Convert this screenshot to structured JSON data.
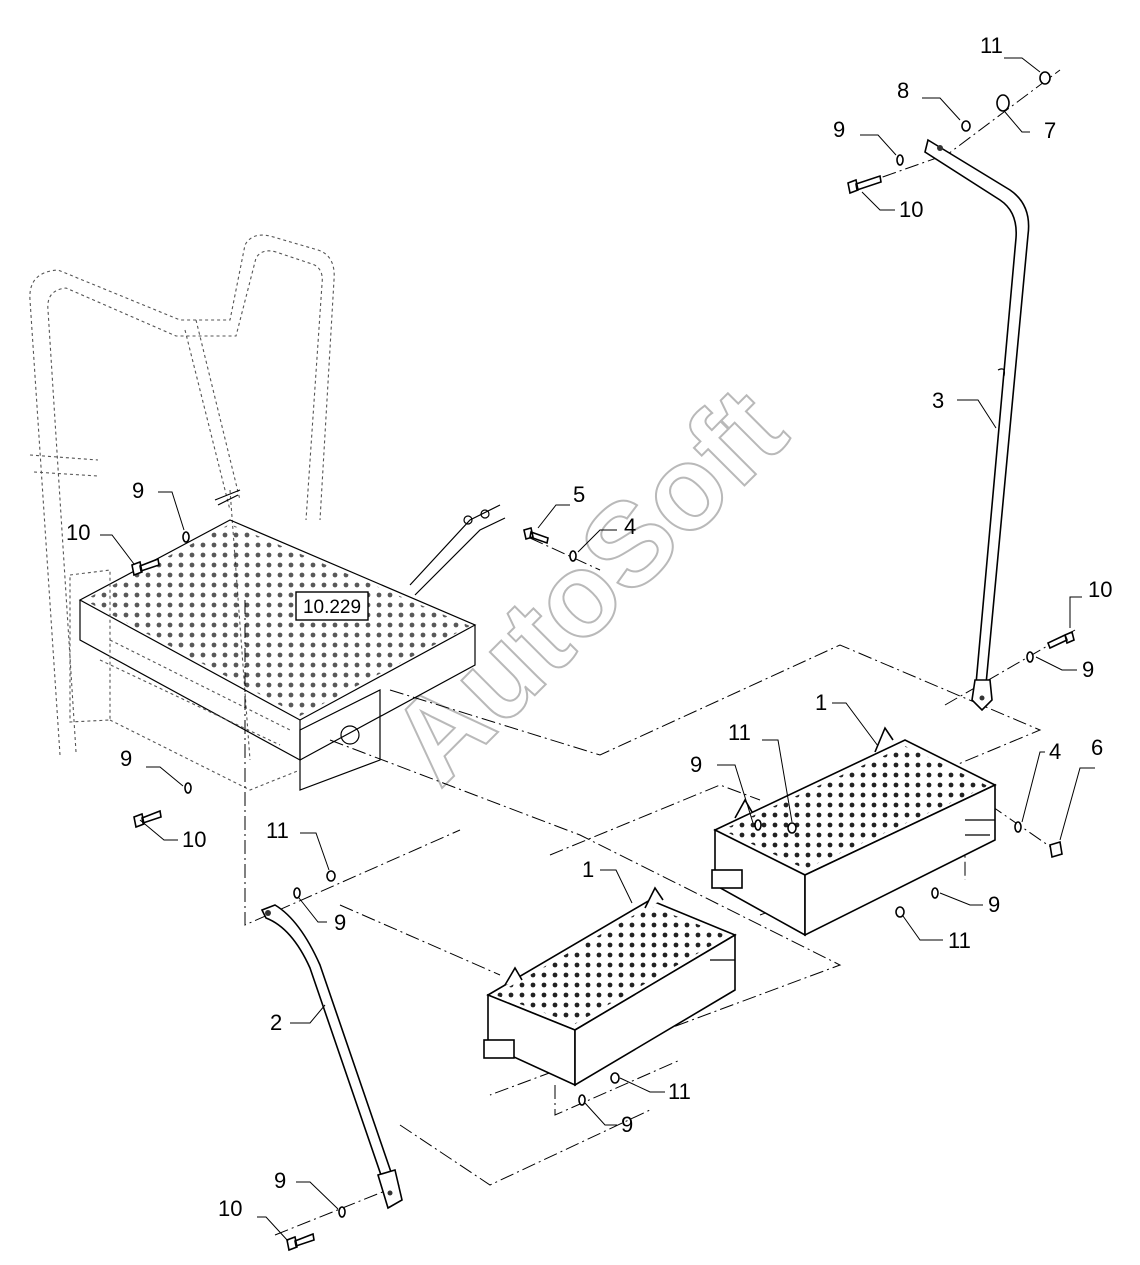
{
  "reference_box": {
    "label": "10.229"
  },
  "watermark": {
    "text": "AutoSoft"
  },
  "callouts": {
    "c11_top": "11",
    "c8": "8",
    "c7": "7",
    "c9_top": "9",
    "c10_top": "10",
    "c3": "3",
    "c5": "5",
    "c4_mid": "4",
    "c9_left_upper": "9",
    "c10_left_upper": "10",
    "c10_right": "10",
    "c9_right": "9",
    "c1_right": "1",
    "c11_mid": "11",
    "c9_mid": "9",
    "c4_right": "4",
    "c6": "6",
    "c9_left_lower": "9",
    "c10_left_lower": "10",
    "c11_left": "11",
    "c9_left": "9",
    "c1_left": "1",
    "c9_right_lower": "9",
    "c11_right_lower": "11",
    "c2": "2",
    "c11_bottom": "11",
    "c9_bottom": "9",
    "c9_bottom_left": "9",
    "c10_bottom_left": "10"
  }
}
